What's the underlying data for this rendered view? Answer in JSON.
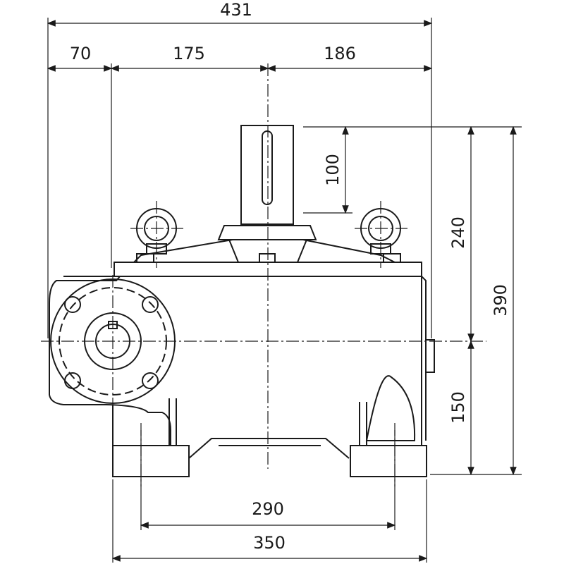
{
  "drawing": {
    "type": "gear reducer front view",
    "line_color": "#1a1a1a",
    "dimensions": {
      "overall_width": "431",
      "left_offset": "70",
      "flange_to_center": "175",
      "center_to_right": "186",
      "shaft_length": "100",
      "top_to_axis": "240",
      "overall_height": "390",
      "axis_height": "150",
      "foot_hole_pitch": "290",
      "base_width": "350"
    }
  }
}
